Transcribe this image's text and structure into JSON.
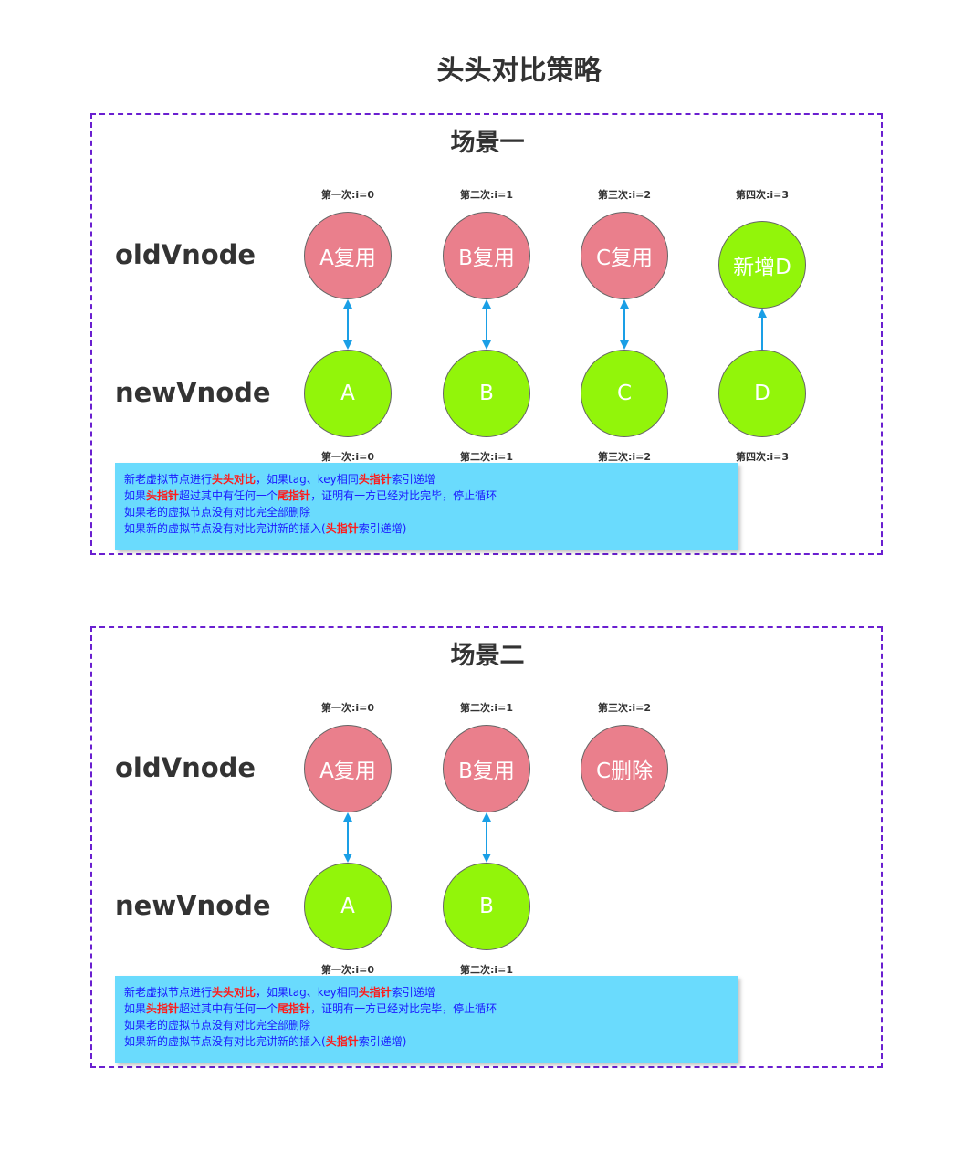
{
  "title": "头头对比策略",
  "colors": {
    "reused_node": "#ea7f8c",
    "new_node": "#92f50a",
    "arrow": "#1a9fe6",
    "frame": "#6a1fd0",
    "note_bg": "#6adbfd",
    "note_text": "#1a1aff",
    "note_highlight": "#ff1a1a"
  },
  "note_lines": [
    [
      {
        "text": "新老虚拟节点进行",
        "hl": false
      },
      {
        "text": "头头对比",
        "hl": true
      },
      {
        "text": "，如果tag、key相同",
        "hl": false
      },
      {
        "text": "头指针",
        "hl": true
      },
      {
        "text": "索引递增",
        "hl": false
      }
    ],
    [
      {
        "text": "如果",
        "hl": false
      },
      {
        "text": "头指针",
        "hl": true
      },
      {
        "text": "超过其中有任何一个",
        "hl": false
      },
      {
        "text": "尾指针",
        "hl": true
      },
      {
        "text": "，证明有一方已经对比完毕，停止循环",
        "hl": false
      }
    ],
    [
      {
        "text": "如果老的虚拟节点没有对比完全部删除",
        "hl": false
      }
    ],
    [
      {
        "text": "如果新的虚拟节点没有对比完讲新的插入(",
        "hl": false
      },
      {
        "text": "头指针",
        "hl": true
      },
      {
        "text": "索引递增)",
        "hl": false
      }
    ]
  ],
  "scenes": [
    {
      "title": "场景一",
      "old_label": "oldVnode",
      "new_label": "newVnode",
      "old_steps": [
        "第一次:i=0",
        "第二次:i=1",
        "第三次:i=2",
        "第四次:i=3"
      ],
      "new_steps": [
        "第一次:i=0",
        "第二次:i=1",
        "第三次:i=2",
        "第四次:i=3"
      ],
      "old_nodes": [
        {
          "label": "A复用",
          "color": "red"
        },
        {
          "label": "B复用",
          "color": "red"
        },
        {
          "label": "C复用",
          "color": "red"
        },
        {
          "label": "新增D",
          "color": "green"
        }
      ],
      "new_nodes": [
        {
          "label": "A",
          "color": "green"
        },
        {
          "label": "B",
          "color": "green"
        },
        {
          "label": "C",
          "color": "green"
        },
        {
          "label": "D",
          "color": "green"
        }
      ],
      "links": [
        "both",
        "both",
        "both",
        "up"
      ]
    },
    {
      "title": "场景二",
      "old_label": "oldVnode",
      "new_label": "newVnode",
      "old_steps": [
        "第一次:i=0",
        "第二次:i=1",
        "第三次:i=2"
      ],
      "new_steps": [
        "第一次:i=0",
        "第二次:i=1"
      ],
      "old_nodes": [
        {
          "label": "A复用",
          "color": "red"
        },
        {
          "label": "B复用",
          "color": "red"
        },
        {
          "label": "C删除",
          "color": "red"
        }
      ],
      "new_nodes": [
        {
          "label": "A",
          "color": "green"
        },
        {
          "label": "B",
          "color": "green"
        }
      ],
      "links": [
        "both",
        "both"
      ]
    }
  ]
}
